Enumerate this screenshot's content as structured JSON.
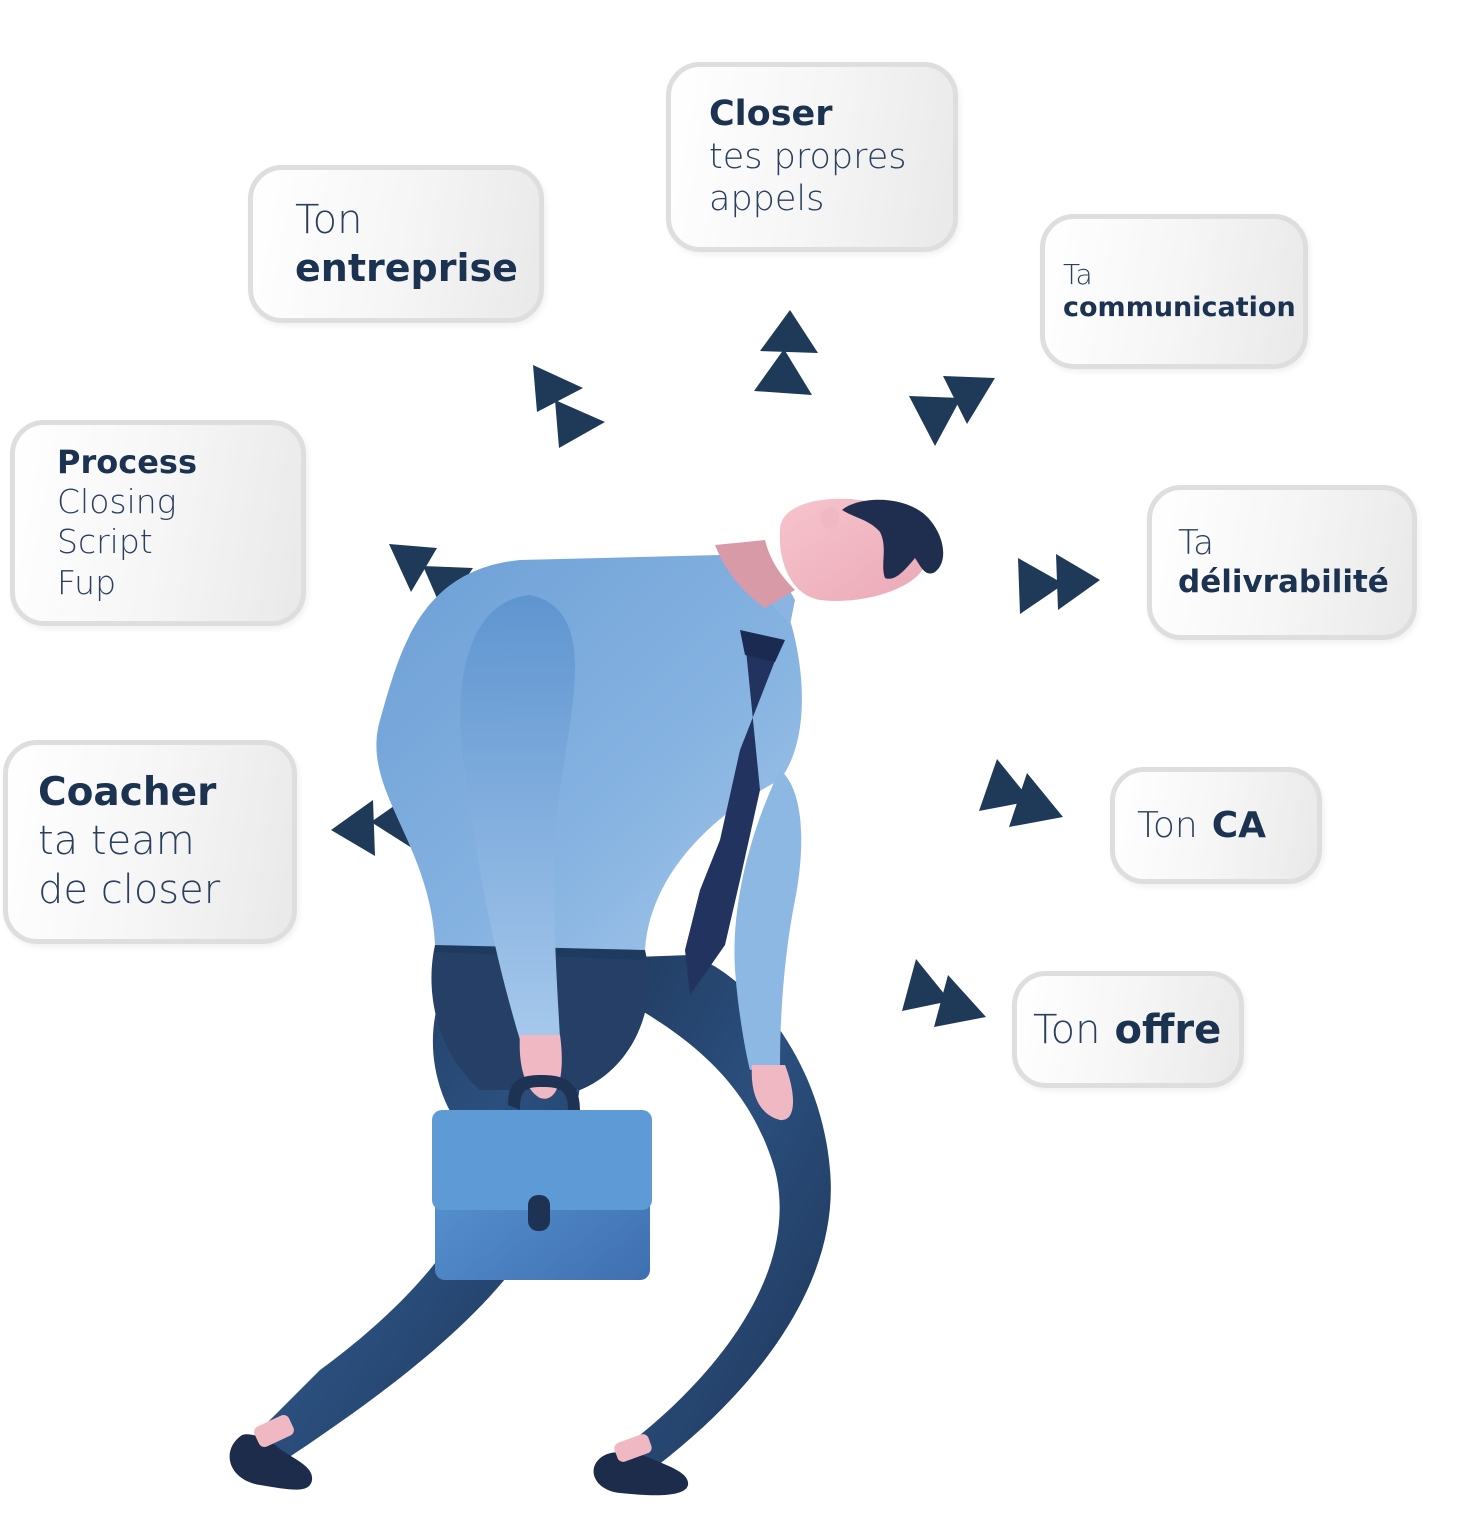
{
  "bubbles": {
    "entreprise": {
      "light": "Ton",
      "bold": "entreprise"
    },
    "closer": {
      "bold": "Closer",
      "light1": "tes propres",
      "light2": "appels"
    },
    "communication": {
      "light": "Ta",
      "bold": "communication"
    },
    "process": {
      "bold": "Process",
      "items": [
        "Closing",
        "Script",
        "Fup"
      ]
    },
    "delivrabilite": {
      "light": "Ta",
      "bold": "délivrabilité"
    },
    "coacher": {
      "bold": "Coacher",
      "light1": "ta team",
      "light2": "de closer"
    },
    "ca": {
      "light": "Ton",
      "bold": "CA"
    },
    "offre": {
      "light": "Ton",
      "bold": "offre"
    }
  },
  "illustration": {
    "subject": "tired-businessman-with-briefcase",
    "arrow_icon": "double-triangle-arrow-icon"
  },
  "colors": {
    "text_dark": "#1c3251",
    "arrow": "#1f3a58",
    "shirt": "#7aaadb",
    "tie": "#22335f",
    "trousers": "#26476f",
    "briefcase": "#4f86c6",
    "skin": "#f0b8c2",
    "hair": "#1f2e4f",
    "bubble_border": "#dedede"
  }
}
